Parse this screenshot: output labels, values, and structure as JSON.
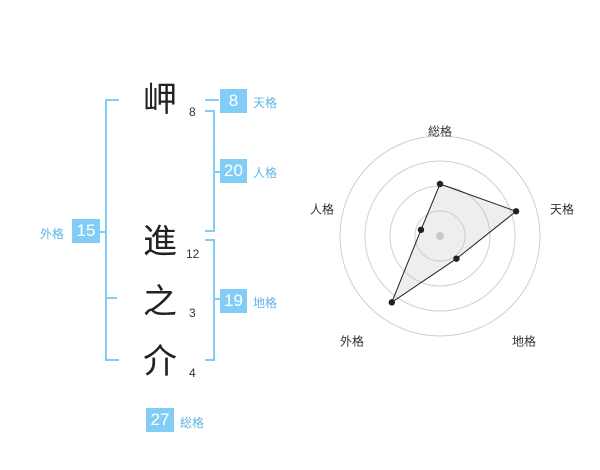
{
  "name": {
    "characters": [
      {
        "char": "岬",
        "strokes": "8"
      },
      {
        "char": "進",
        "strokes": "12"
      },
      {
        "char": "之",
        "strokes": "3"
      },
      {
        "char": "介",
        "strokes": "4"
      }
    ]
  },
  "fortune": {
    "tenkaku": {
      "value": "8",
      "label": "天格"
    },
    "jinkaku": {
      "value": "20",
      "label": "人格"
    },
    "chikaku": {
      "value": "19",
      "label": "地格"
    },
    "gaikaku": {
      "value": "15",
      "label": "外格"
    },
    "soukaku": {
      "value": "27",
      "label": "総格"
    }
  },
  "colors": {
    "accent": "#82cdf6",
    "accent_text": "#5fb4e6"
  },
  "chart_data": {
    "type": "radar",
    "axes": [
      "総格",
      "天格",
      "地格",
      "外格",
      "人格"
    ],
    "rings": 4,
    "values": [
      2.6,
      4.0,
      1.4,
      4.1,
      1.0
    ],
    "max": 5
  }
}
